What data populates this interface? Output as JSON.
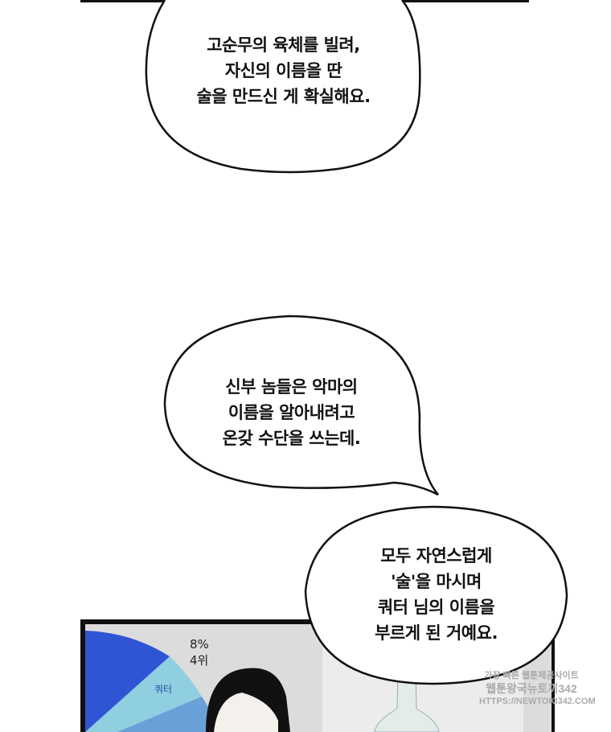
{
  "bubbles": [
    {
      "lines": [
        "고순무의 육체를 빌려,",
        "자신의 이름을 딴",
        "술을 만드신 게 확실해요."
      ]
    },
    {
      "lines": [
        "신부 놈들은 악마의",
        "이름을 알아내려고",
        "온갖 수단을 쓰는데."
      ]
    },
    {
      "lines": [
        "모두 자연스럽게",
        "'술'을 마시며",
        "쿼터 님의 이름을",
        "부르게 된 거예요."
      ]
    }
  ],
  "panel": {
    "chart_labels": {
      "percent": "8%",
      "rank": "4위",
      "slice_name": "쿼터"
    },
    "colors": {
      "slice_main": "#2f55d4",
      "slice_quarter": "#8fcfe0",
      "slice_other": "#6aa0d8",
      "background": "#dcdcdc"
    }
  },
  "watermark": {
    "line1": "가장 빠른 웹툰제공사이트",
    "line2": "웹툰왕국뉴토끼342",
    "line3": "HTTPS://NEWTOKI342.COM"
  }
}
